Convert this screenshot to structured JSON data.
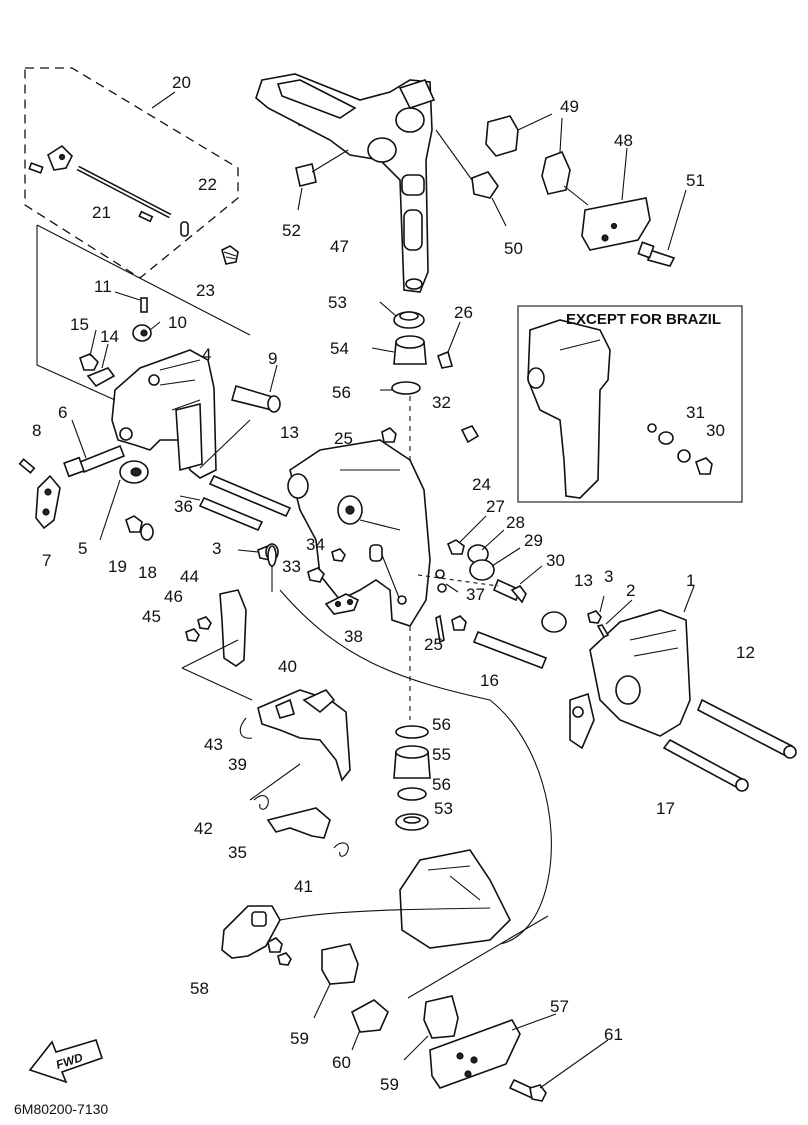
{
  "inset_title": "EXCEPT FOR BRAZIL",
  "diagram_code": "6M80200-7130",
  "fwd_label": "FWD",
  "part_labels": {
    "p20": "20",
    "p49": "49",
    "p48": "48",
    "p51": "51",
    "p22": "22",
    "p21": "21",
    "p23": "23",
    "p52": "52",
    "p47": "47",
    "p50": "50",
    "p11": "11",
    "p15": "15",
    "p14": "14",
    "p10": "10",
    "p53a": "53",
    "p26": "26",
    "p54": "54",
    "p4": "4",
    "p9": "9",
    "p56a": "56",
    "p32": "32",
    "p8": "8",
    "p6": "6",
    "p13a": "13",
    "p25a": "25",
    "p31": "31",
    "p30a": "30",
    "p24": "24",
    "p27": "27",
    "p28": "28",
    "p5": "5",
    "p19": "19",
    "p18": "18",
    "p7": "7",
    "p36": "36",
    "p3a": "3",
    "p34": "34",
    "p29": "29",
    "p33": "33",
    "p30b": "30",
    "p44": "44",
    "p37": "37",
    "p13b": "13",
    "p3b": "3",
    "p2": "2",
    "p1": "1",
    "p46": "46",
    "p45": "45",
    "p38": "38",
    "p25b": "25",
    "p12": "12",
    "p16": "16",
    "p40": "40",
    "p56b": "56",
    "p43": "43",
    "p39": "39",
    "p55": "55",
    "p56c": "56",
    "p17": "17",
    "p42": "42",
    "p53b": "53",
    "p35": "35",
    "p41": "41",
    "p58": "58",
    "p57": "57",
    "p61": "61",
    "p59a": "59",
    "p60": "60",
    "p59b": "59"
  }
}
